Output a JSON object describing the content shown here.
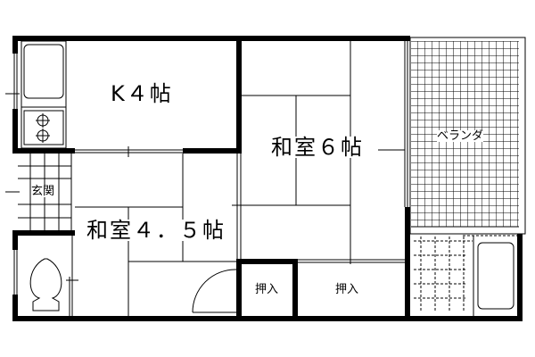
{
  "floorplan": {
    "rooms": {
      "kitchen": {
        "label": "K４帖"
      },
      "washitsu6": {
        "label": "和室６帖"
      },
      "washitsu45": {
        "label": "和室４．５帖"
      },
      "entrance": {
        "label": "玄関"
      },
      "balcony": {
        "label": "ベランダ"
      },
      "closet_small": {
        "label": "押入"
      },
      "closet_large": {
        "label": "押入"
      }
    },
    "colors": {
      "wall": "#000000",
      "background": "#ffffff"
    }
  }
}
